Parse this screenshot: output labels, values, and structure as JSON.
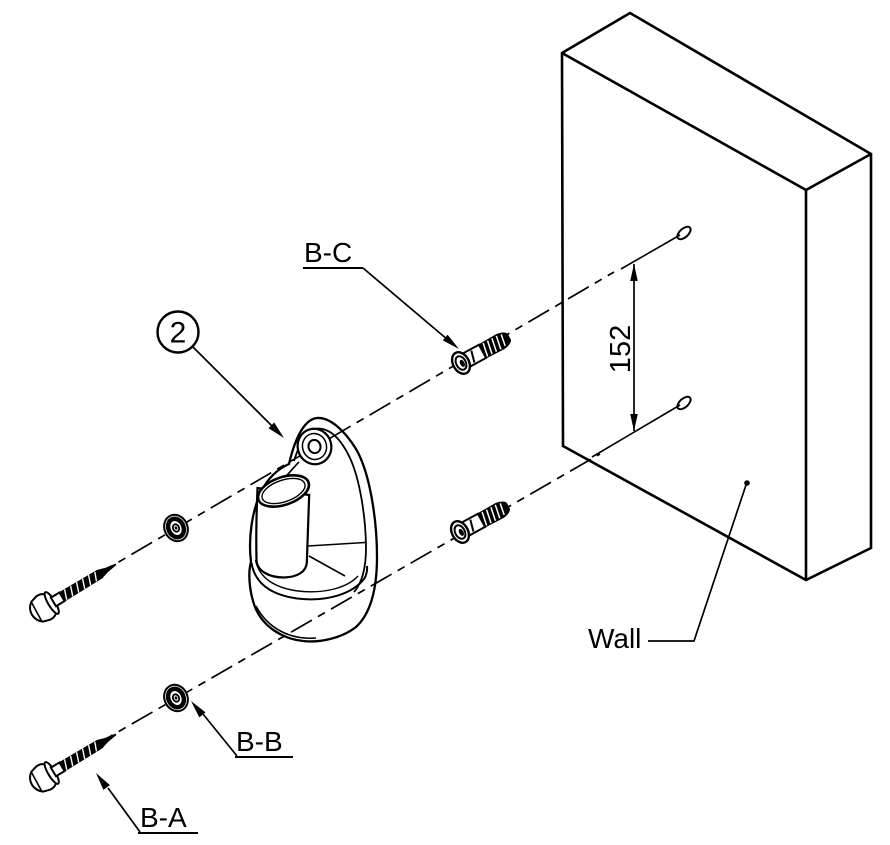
{
  "drawing": {
    "background": "#ffffff",
    "line_color": "#000000",
    "labels": {
      "balloon_item": "2",
      "wall": "Wall",
      "anchor_callout": "B-C",
      "washer_callout": "B-B",
      "screw_callout": "B-A"
    },
    "dimension": {
      "hole_spacing": "152"
    }
  }
}
